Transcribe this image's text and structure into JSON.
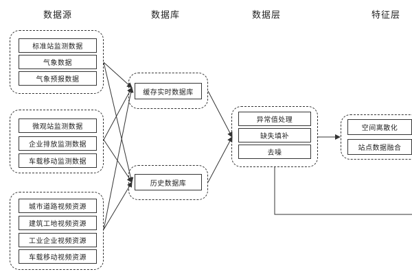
{
  "headers": {
    "source": "数据源",
    "database": "数据库",
    "data_layer": "数据层",
    "feature_layer": "特征层"
  },
  "source_groups": [
    {
      "items": [
        "标准站监测数据",
        "气象数据",
        "气象预报数据"
      ]
    },
    {
      "items": [
        "微观站监测数据",
        "企业排放监测数据",
        "车载移动监测数据"
      ]
    },
    {
      "items": [
        "城市道路视频资源",
        "建筑工地视频资源",
        "工业企业视频资源",
        "车载移动视频资源"
      ]
    }
  ],
  "databases": [
    "缓存实时数据库",
    "历史数据库"
  ],
  "data_layer": [
    "异常值处理",
    "缺失填补",
    "去噪"
  ],
  "feature_layer": [
    "空间离散化",
    "站点数据融合"
  ],
  "colors": {
    "line": "#333333",
    "text": "#222222",
    "background": "#ffffff"
  }
}
